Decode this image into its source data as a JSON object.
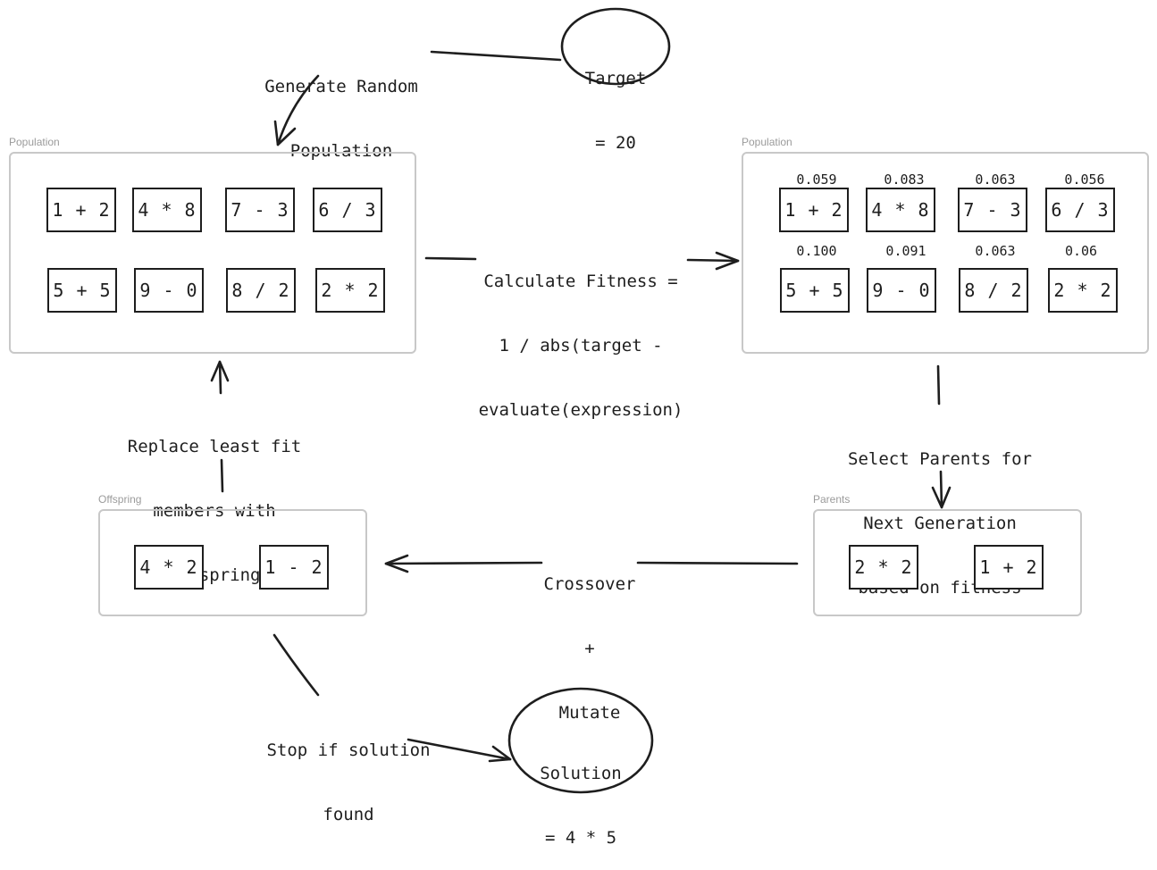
{
  "target": {
    "line1": "Target",
    "line2": "= 20"
  },
  "solution": {
    "line1": "Solution",
    "line2": "= 4 * 5"
  },
  "notes": {
    "generate": [
      "Generate Random",
      "Population"
    ],
    "fitness": [
      "Calculate Fitness =",
      "1 / abs(target -",
      "evaluate(expression)"
    ],
    "select": [
      "Select Parents for",
      "Next Generation",
      "based on fitness"
    ],
    "crossover": [
      "Crossover",
      "+",
      "Mutate"
    ],
    "replace": [
      "Replace least fit",
      "members with",
      "offspring"
    ],
    "stop": [
      "Stop if solution",
      "found"
    ]
  },
  "frames": {
    "population_initial": {
      "label": "Population",
      "items": [
        "1 + 2",
        "4 * 8",
        "7 - 3",
        "6 / 3",
        "5 + 5",
        "9 - 0",
        "8 / 2",
        "2 * 2"
      ]
    },
    "population_scored": {
      "label": "Population",
      "items": [
        "1 + 2",
        "4 * 8",
        "7 - 3",
        "6 / 3",
        "5 + 5",
        "9 - 0",
        "8 / 2",
        "2 * 2"
      ],
      "fitness": [
        "0.059",
        "0.083",
        "0.063",
        "0.056",
        "0.100",
        "0.091",
        "0.063",
        "0.06"
      ]
    },
    "parents": {
      "label": "Parents",
      "items": [
        "2 * 2",
        "1 + 2"
      ]
    },
    "offspring": {
      "label": "Offspring",
      "items": [
        "4 * 2",
        "1 - 2"
      ]
    }
  }
}
